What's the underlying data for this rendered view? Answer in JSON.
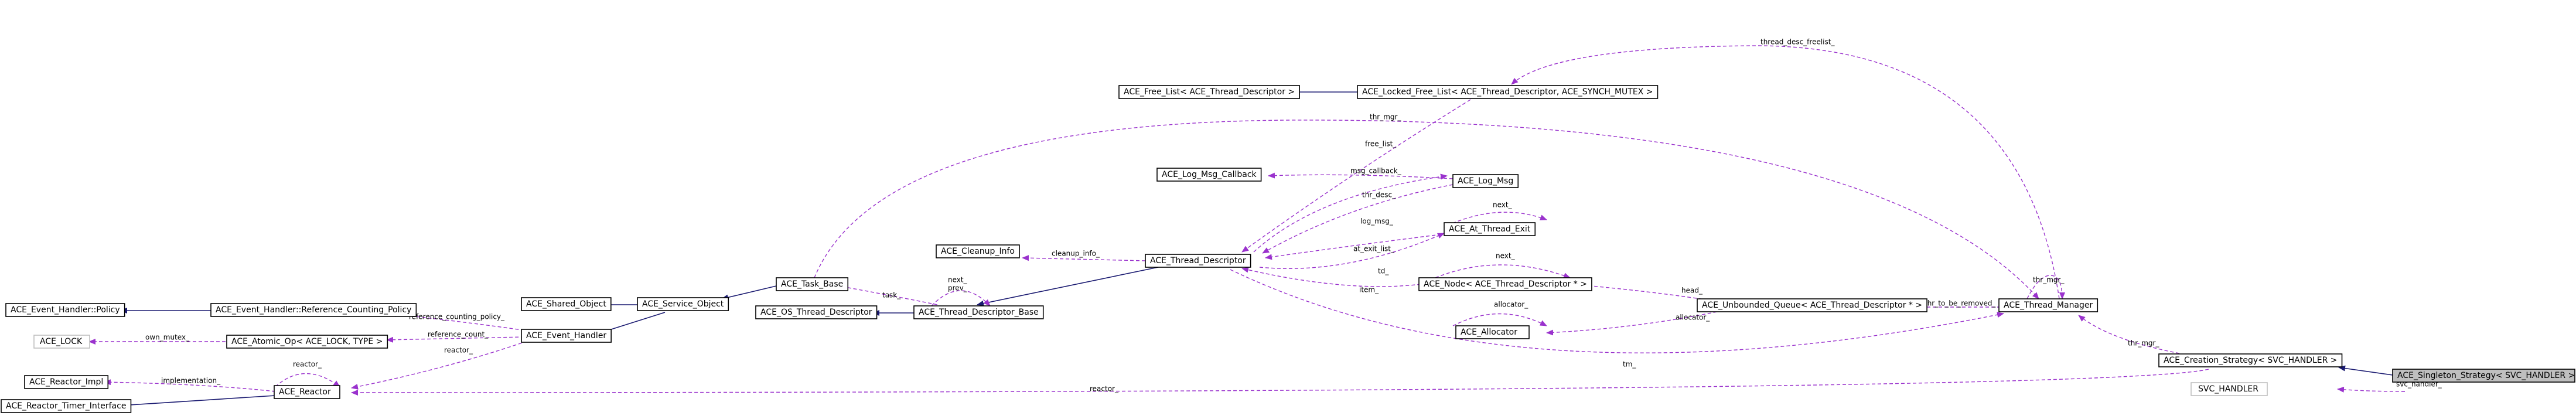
{
  "diagram": {
    "nodes": [
      {
        "id": "singleton",
        "label": "ACE_Singleton_Strategy< SVC_HANDLER >",
        "style": "focus"
      },
      {
        "id": "creation",
        "label": "ACE_Creation_Strategy< SVC_HANDLER >",
        "style": "normal"
      },
      {
        "id": "svc_handler",
        "label": "SVC_HANDLER",
        "style": "gray"
      },
      {
        "id": "thread_mgr",
        "label": "ACE_Thread_Manager",
        "style": "normal"
      },
      {
        "id": "unbounded_queue",
        "label": "ACE_Unbounded_Queue< ACE_Thread_Descriptor * >",
        "style": "normal"
      },
      {
        "id": "node",
        "label": "ACE_Node< ACE_Thread_Descriptor * >",
        "style": "normal"
      },
      {
        "id": "allocator",
        "label": "ACE_Allocator",
        "style": "normal"
      },
      {
        "id": "at_thread_exit",
        "label": "ACE_At_Thread_Exit",
        "style": "normal"
      },
      {
        "id": "log_msg",
        "label": "ACE_Log_Msg",
        "style": "normal"
      },
      {
        "id": "log_msg_callback",
        "label": "ACE_Log_Msg_Callback",
        "style": "normal"
      },
      {
        "id": "locked_free_list",
        "label": "ACE_Locked_Free_List< ACE_Thread_Descriptor, ACE_SYNCH_MUTEX >",
        "style": "normal"
      },
      {
        "id": "free_list",
        "label": "ACE_Free_List< ACE_Thread_Descriptor >",
        "style": "normal"
      },
      {
        "id": "thread_descriptor",
        "label": "ACE_Thread_Descriptor",
        "style": "normal"
      },
      {
        "id": "cleanup_info",
        "label": "ACE_Cleanup_Info",
        "style": "normal"
      },
      {
        "id": "thread_descriptor_base",
        "label": "ACE_Thread_Descriptor_Base",
        "style": "normal"
      },
      {
        "id": "os_thread_descriptor",
        "label": "ACE_OS_Thread_Descriptor",
        "style": "normal"
      },
      {
        "id": "task_base",
        "label": "ACE_Task_Base",
        "style": "normal"
      },
      {
        "id": "service_object",
        "label": "ACE_Service_Object",
        "style": "normal"
      },
      {
        "id": "shared_object",
        "label": "ACE_Shared_Object",
        "style": "normal"
      },
      {
        "id": "event_handler",
        "label": "ACE_Event_Handler",
        "style": "normal"
      },
      {
        "id": "ref_counting_policy",
        "label": "ACE_Event_Handler::Reference_Counting_Policy",
        "style": "normal"
      },
      {
        "id": "eh_policy",
        "label": "ACE_Event_Handler::Policy",
        "style": "normal"
      },
      {
        "id": "atomic_op",
        "label": "ACE_Atomic_Op< ACE_LOCK, TYPE >",
        "style": "normal"
      },
      {
        "id": "ace_lock",
        "label": "ACE_LOCK",
        "style": "gray"
      },
      {
        "id": "reactor",
        "label": "ACE_Reactor",
        "style": "normal"
      },
      {
        "id": "reactor_impl",
        "label": "ACE_Reactor_Impl",
        "style": "normal"
      },
      {
        "id": "reactor_timer",
        "label": "ACE_Reactor_Timer_Interface",
        "style": "normal"
      }
    ],
    "edge_labels": {
      "thread_desc_freelist": "thread_desc_freelist_",
      "thr_mgr": "thr_mgr_",
      "free_list": "free_list_",
      "msg_callback": "msg_callback_",
      "thr_desc": "thr_desc_",
      "log_msg": "log_msg_",
      "next": "next_",
      "at_exit_list": "at_exit_list_",
      "td": "td_",
      "item": "item_",
      "head": "head_",
      "allocator": "allocator_",
      "thr_to_be_removed": "thr_to_be_removed_",
      "cleanup_info": "cleanup_info_",
      "tm": "tm_",
      "svc_handler": "svc_handler_",
      "reactor": "reactor_",
      "implementation": "implementation_",
      "reference_counting_policy": "reference_counting_policy_",
      "reference_count": "reference_count_",
      "own_mutex": "own_mutex_",
      "task": "task_",
      "next_prev": "next_\nprev_"
    }
  }
}
